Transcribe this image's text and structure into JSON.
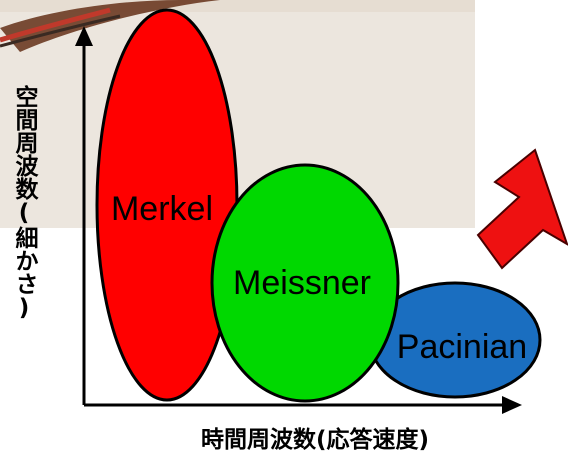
{
  "diagram": {
    "y_axis_title": "空間周波数(細かさ)",
    "x_axis_title": "時間周波数(応答速度)",
    "regions": [
      {
        "label": "Merkel",
        "fill": "#ff0000"
      },
      {
        "label": "Meissner",
        "fill": "#00d800"
      },
      {
        "label": "Pacinian",
        "fill": "#1a6ec0"
      }
    ],
    "arrow_color": "#ee1111",
    "background_photo_color": "#ece6de"
  }
}
